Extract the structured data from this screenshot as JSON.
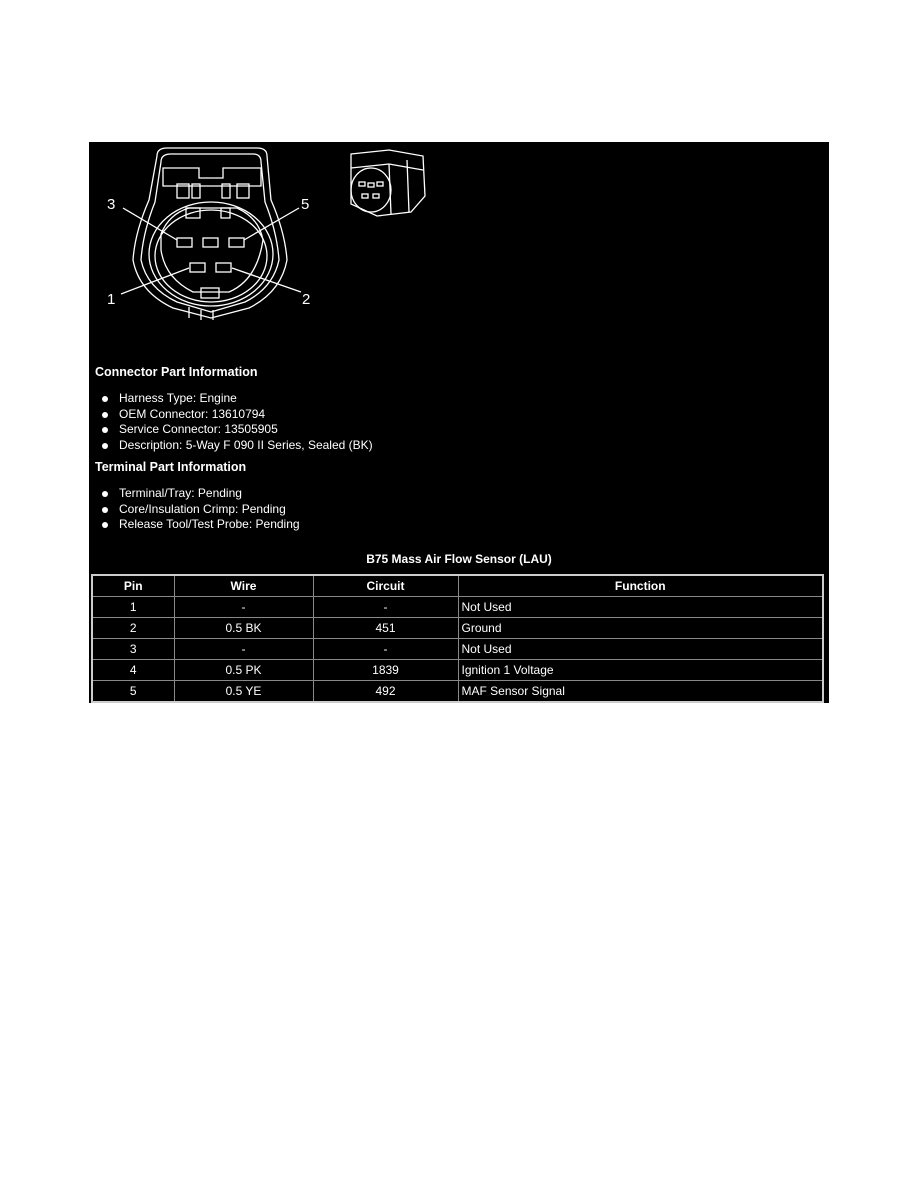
{
  "diagram": {
    "pin_labels": [
      "3",
      "5",
      "1",
      "2"
    ]
  },
  "connector_info": {
    "heading": "Connector Part Information",
    "items": [
      "Harness Type: Engine",
      "OEM Connector: 13610794",
      "Service Connector: 13505905",
      "Description: 5-Way F 090 II Series, Sealed (BK)"
    ]
  },
  "terminal_info": {
    "heading": "Terminal Part Information",
    "items": [
      "Terminal/Tray: Pending",
      "Core/Insulation Crimp: Pending",
      "Release Tool/Test Probe: Pending"
    ]
  },
  "table": {
    "caption": "B75 Mass Air Flow Sensor (LAU)",
    "headers": [
      "Pin",
      "Wire",
      "Circuit",
      "Function"
    ],
    "rows": [
      [
        "1",
        "-",
        "-",
        "Not Used"
      ],
      [
        "2",
        "0.5 BK",
        "451",
        "Ground"
      ],
      [
        "3",
        "-",
        "-",
        "Not Used"
      ],
      [
        "4",
        "0.5 PK",
        "1839",
        "Ignition 1 Voltage"
      ],
      [
        "5",
        "0.5 YE",
        "492",
        "MAF Sensor Signal"
      ]
    ]
  }
}
